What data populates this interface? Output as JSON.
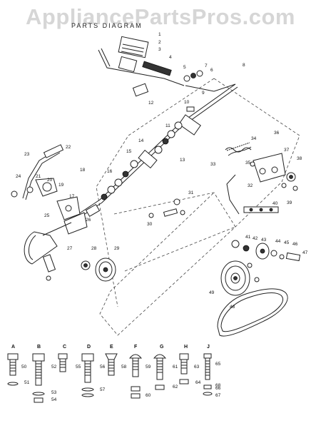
{
  "watermark": "AppliancePartsPros.com",
  "title": "PARTS DIAGRAM",
  "callouts": [
    "1",
    "2",
    "3",
    "4",
    "5",
    "6",
    "7",
    "8",
    "9",
    "10",
    "11",
    "12",
    "13",
    "14",
    "15",
    "16",
    "17",
    "18",
    "19",
    "20",
    "21",
    "22",
    "23",
    "24",
    "25",
    "26",
    "27",
    "28",
    "29",
    "30",
    "31",
    "32",
    "33",
    "34",
    "35",
    "36",
    "37",
    "38",
    "39",
    "40",
    "41",
    "42",
    "43",
    "44",
    "45",
    "46",
    "47",
    "48",
    "49",
    "50",
    "51",
    "52",
    "53",
    "54",
    "55",
    "56",
    "57",
    "58",
    "59",
    "60",
    "61",
    "62",
    "63",
    "64",
    "65",
    "66",
    "67",
    "68"
  ],
  "hardware_groups": [
    "A",
    "B",
    "C",
    "D",
    "E",
    "F",
    "G",
    "H",
    "J"
  ],
  "colors": {
    "ink": "#222222",
    "watermark": "#d6d6d6",
    "background": "#ffffff"
  }
}
